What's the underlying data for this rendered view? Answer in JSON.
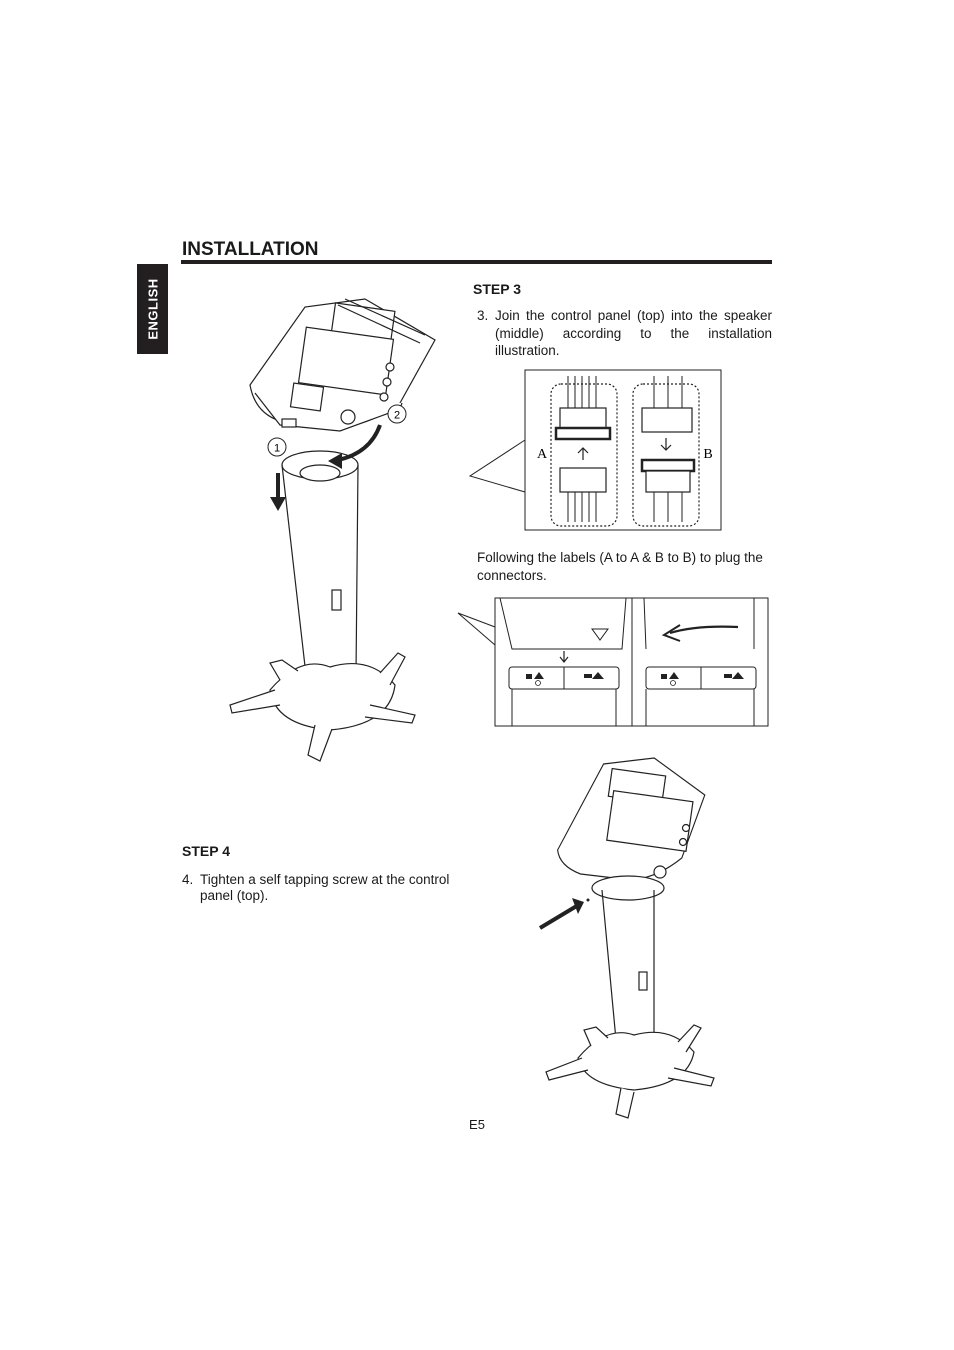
{
  "sidebar": {
    "language": "ENGLISH"
  },
  "header": {
    "title": "INSTALLATION"
  },
  "step3": {
    "heading": "STEP 3",
    "number": "3.",
    "text": "Join the control panel (top) into the speaker (middle) according to the installation illustration.",
    "note": "Following the labels (A to A & B to B) to plug the connectors."
  },
  "step4": {
    "heading": "STEP 4",
    "number": "4.",
    "text": "Tighten a self tapping screw at the control panel (top)."
  },
  "figure_main": {
    "callout_1": "1",
    "callout_2": "2"
  },
  "connector_diagram": {
    "label_a": "A",
    "label_b": "B"
  },
  "footer": {
    "page_number": "E5"
  }
}
